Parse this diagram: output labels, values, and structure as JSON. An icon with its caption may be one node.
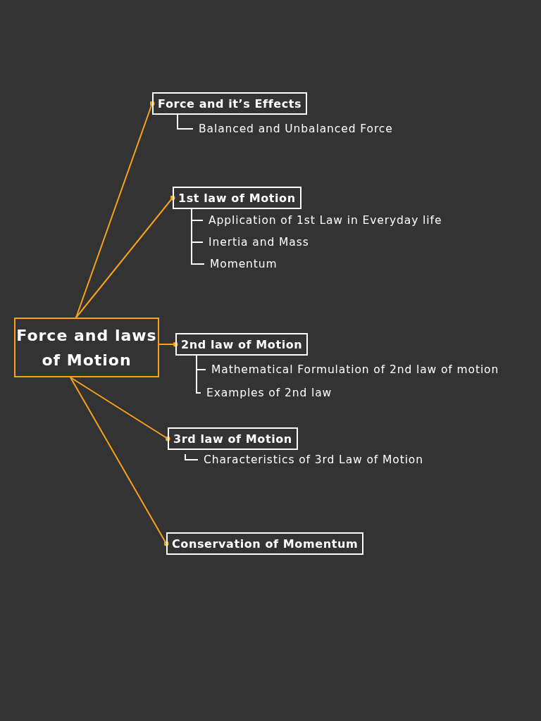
{
  "diagram": {
    "nodes": [
      {
        "text": [
          "Force and laws of Motion"
        ]
      },
      {
        "text": [
          "Force and it’s Effects"
        ]
      },
      {
        "text": [
          "Balanced and Unbalanced Force"
        ]
      },
      {
        "text": [
          "1st law of Motion"
        ]
      },
      {
        "text": [
          "Application of 1st Law in Everyday life"
        ]
      },
      {
        "text": [
          "Inertia and Mass"
        ]
      },
      {
        "text": [
          "Momentum"
        ]
      },
      {
        "text": [
          "2nd law of Motion"
        ]
      },
      {
        "text": [
          "Mathematical Formulation of 2nd law of motion"
        ]
      },
      {
        "text": [
          "Examples of 2nd law"
        ]
      },
      {
        "text": [
          "3rd law of Motion"
        ]
      },
      {
        "text": [
          "Characteristics of 3rd Law of Motion"
        ]
      },
      {
        "text": [
          "Conservation of Momentum"
        ]
      }
    ],
    "edges": [
      {
        "from": 0,
        "to": 1,
        "arrow": "other",
        "color": "#f7a21b"
      },
      {
        "from": 0,
        "to": 3,
        "arrow": "other",
        "color": "#f7a21b"
      },
      {
        "from": 0,
        "to": 7,
        "arrow": "other",
        "color": "#f7a21b"
      },
      {
        "from": 0,
        "to": 10,
        "arrow": "other",
        "color": "#f7a21b"
      },
      {
        "from": 0,
        "to": 12,
        "arrow": "other",
        "color": "#f7a21b"
      },
      {
        "from": 1,
        "to": 2,
        "arrow": "none"
      },
      {
        "from": 3,
        "to": 4,
        "arrow": "none"
      },
      {
        "from": 3,
        "to": 5,
        "arrow": "none"
      },
      {
        "from": 3,
        "to": 6,
        "arrow": "none"
      },
      {
        "from": 7,
        "to": 8,
        "arrow": "none"
      },
      {
        "from": 7,
        "to": 9,
        "arrow": "none"
      },
      {
        "from": 10,
        "to": 11,
        "arrow": "none"
      }
    ]
  }
}
